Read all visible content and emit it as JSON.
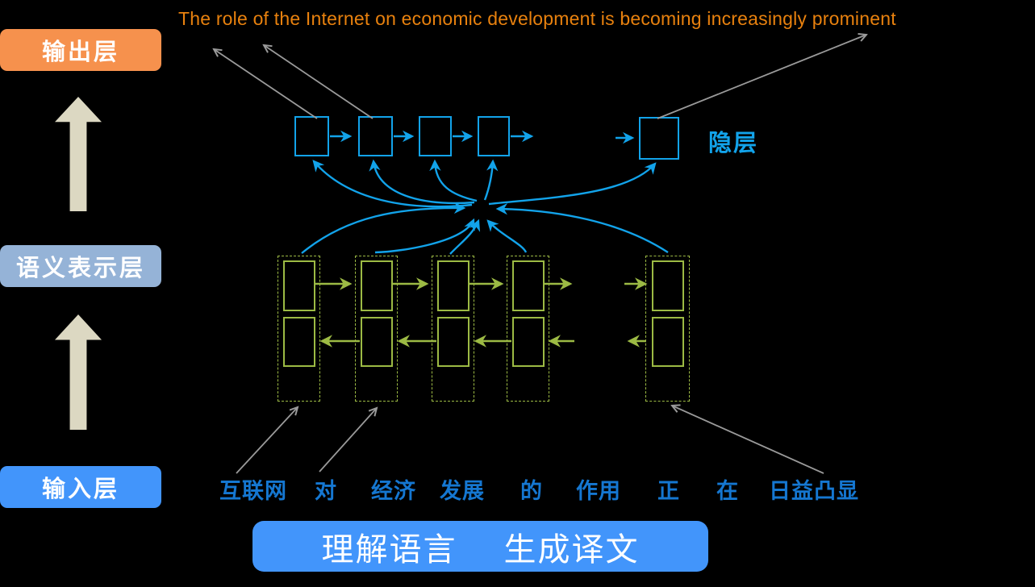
{
  "sentence_en": "The role of the Internet on economic development is becoming increasingly prominent",
  "layer_labels": {
    "output": "输出层",
    "semantic": "语义表示层",
    "input": "输入层",
    "hidden": "隐层"
  },
  "source_words": [
    "互联网",
    "对",
    "经济",
    "发展",
    "的",
    "作用",
    "正",
    "在",
    "日益凸显"
  ],
  "banner": {
    "understand": "理解语言",
    "generate": "生成译文"
  },
  "colors": {
    "background": "#000000",
    "sentence_orange": "#E8810E",
    "output_badge_orange": "#F6914D",
    "semantic_badge_steel_blue": "#95B3D7",
    "input_badge_blue": "#4295FB",
    "banner_blue": "#4295FB",
    "decoder_azure": "#12A3EA",
    "encoder_green": "#9CBA44",
    "connector_gray": "#9A9A9A",
    "layer_arrow_tan": "#DCD8C2",
    "source_word_blue": "#1577D1"
  }
}
